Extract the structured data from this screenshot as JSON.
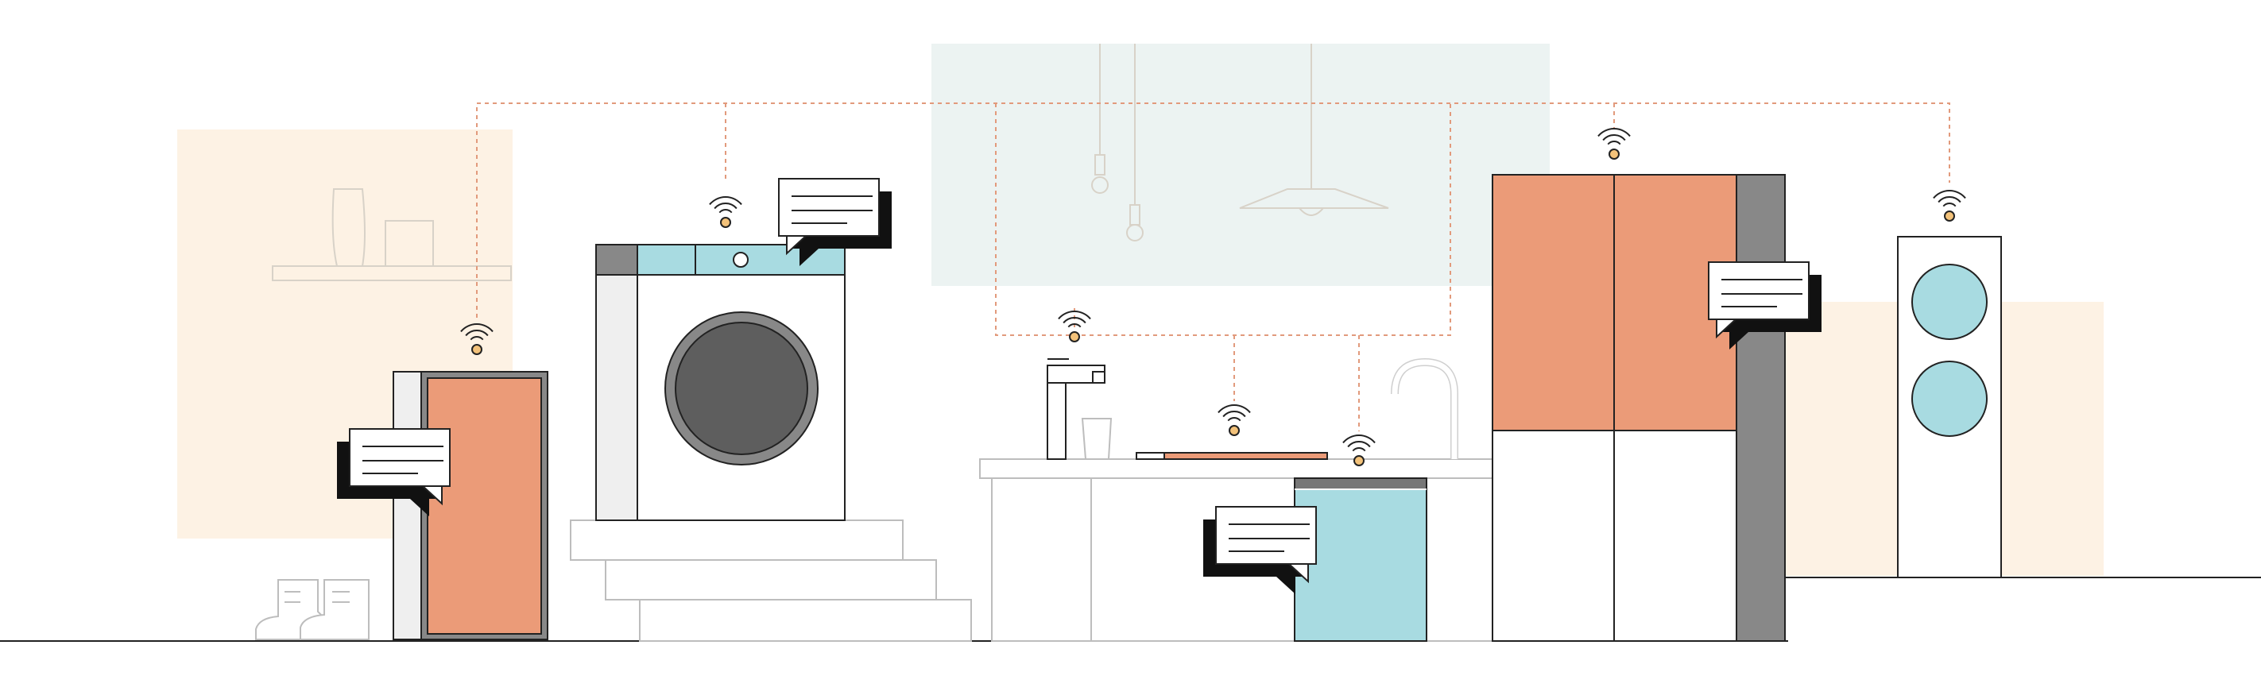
{
  "colors": {
    "line": "#222222",
    "light_line": "#bdbdbd",
    "salmon": "#eb9b78",
    "light_blue": "#a8dbe1",
    "dark_gray": "#888888",
    "drum_gray": "#5e5e5e",
    "panel_gray": "#efefef",
    "warm_bg": "#fdf2e4",
    "cool_bg": "#ecf3f2",
    "wire": "#e29a7c",
    "signal_dot": "#f3c27a"
  },
  "icons": [
    "wifi-icon",
    "message-icon"
  ],
  "devices": [
    {
      "name": "mini-fridge",
      "signal": true,
      "message": true
    },
    {
      "name": "washing-machine",
      "signal": true,
      "message": true
    },
    {
      "name": "water-dispenser",
      "signal": true,
      "message": false
    },
    {
      "name": "induction-cooktop",
      "signal": true,
      "message": false
    },
    {
      "name": "dishwasher",
      "signal": true,
      "message": true
    },
    {
      "name": "refrigerator",
      "signal": true,
      "message": true
    },
    {
      "name": "air-purifier",
      "signal": true,
      "message": false
    }
  ]
}
